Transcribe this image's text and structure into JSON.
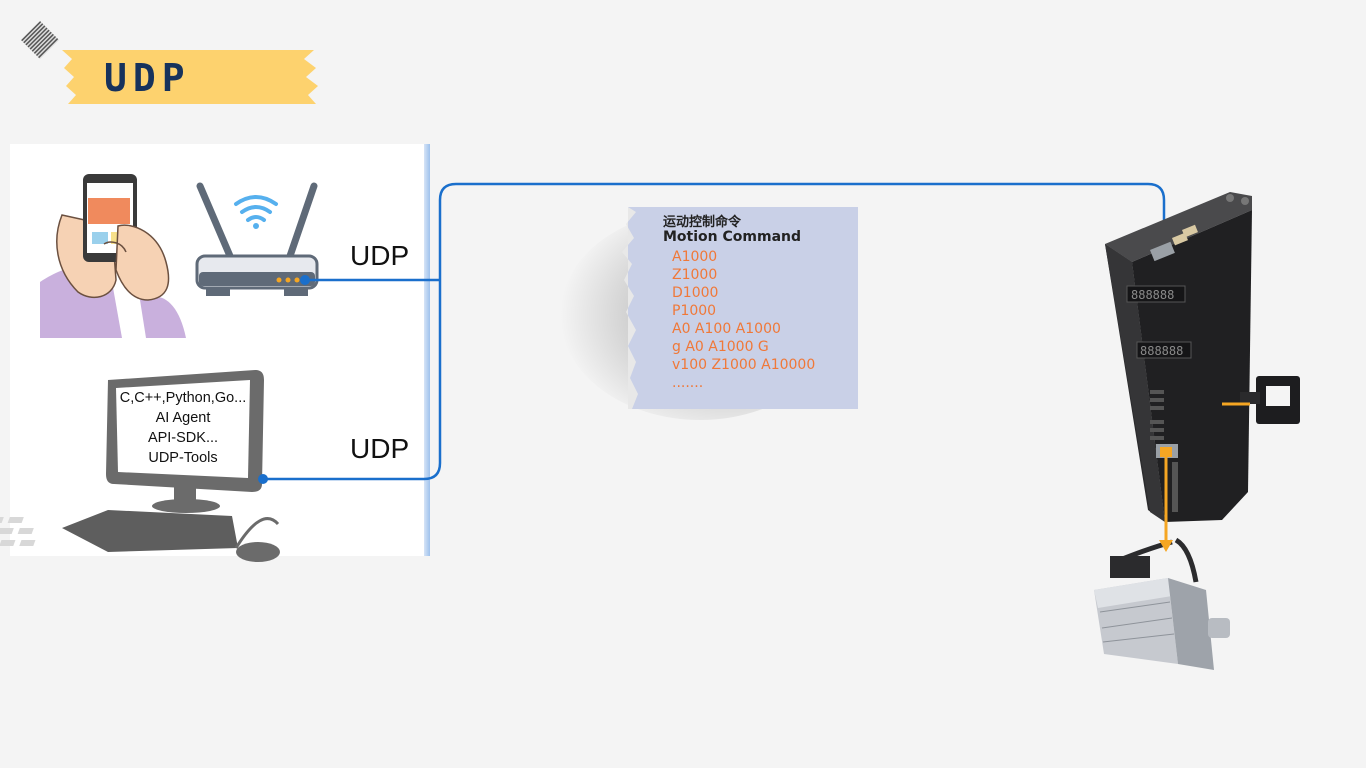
{
  "title": {
    "text": "UDP"
  },
  "connections": {
    "label_top": "UDP",
    "label_bottom": "UDP"
  },
  "computer": {
    "screen_lines": [
      "C,C++,Python,Go...",
      "AI Agent",
      "API-SDK...",
      "UDP-Tools"
    ]
  },
  "command_note": {
    "title_cn": "运动控制命令",
    "title_en": "Motion Command",
    "commands": [
      "A1000",
      "Z1000",
      "D1000",
      "P1000",
      "A0 A100 A1000",
      "g A0 A1000 G",
      "v100 Z1000 A10000",
      "......."
    ]
  },
  "colors": {
    "ribbon": "#fdd26e",
    "title_text": "#16325c",
    "link_line": "#1a6fcc",
    "signal_line": "#f5a623",
    "command_text": "#f07838"
  },
  "icons": [
    "phone-in-hand-icon",
    "wifi-router-icon",
    "desktop-computer-icon",
    "servo-driver-icon",
    "photo-sensor-icon",
    "servo-motor-icon"
  ]
}
